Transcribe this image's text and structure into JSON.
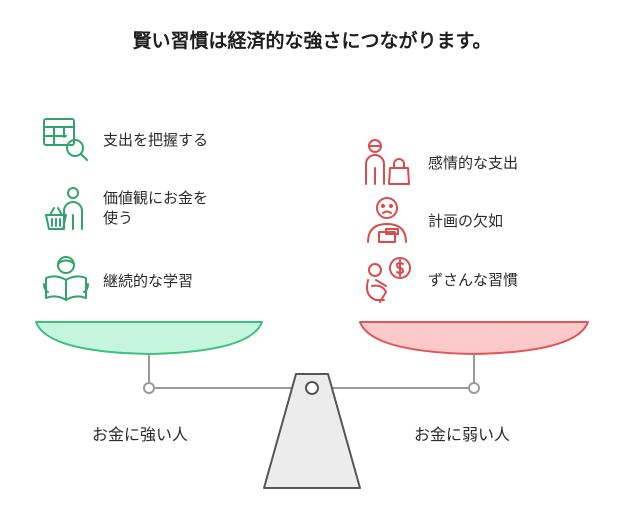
{
  "title": "賢い習慣は経済的な強さにつながります。",
  "left_side": {
    "label": "お金に強い人",
    "items": [
      {
        "text": "支出を把握する",
        "icon": "spreadsheet-magnifier-icon"
      },
      {
        "text": "価値観にお金を\n使う",
        "icon": "shopper-with-basket-icon"
      },
      {
        "text": "継続的な学習",
        "icon": "person-reading-book-icon"
      }
    ]
  },
  "right_side": {
    "label": "お金に弱い人",
    "items": [
      {
        "text": "感情的な支出",
        "icon": "person-with-shopping-bag-icon"
      },
      {
        "text": "計画の欠如",
        "icon": "confused-person-icon"
      },
      {
        "text": "ずさんな習慣",
        "icon": "person-with-coin-icon"
      }
    ]
  },
  "colors": {
    "left_pan_fill": "#c5f6dd",
    "left_pan_stroke": "#3fbf7f",
    "left_icon": "#33a36c",
    "right_pan_fill": "#fbc9c9",
    "right_pan_stroke": "#e05555",
    "right_icon": "#d94c4c",
    "beam": "#9a9a9a",
    "fulcrum_fill": "#ececec",
    "fulcrum_stroke": "#555555"
  }
}
